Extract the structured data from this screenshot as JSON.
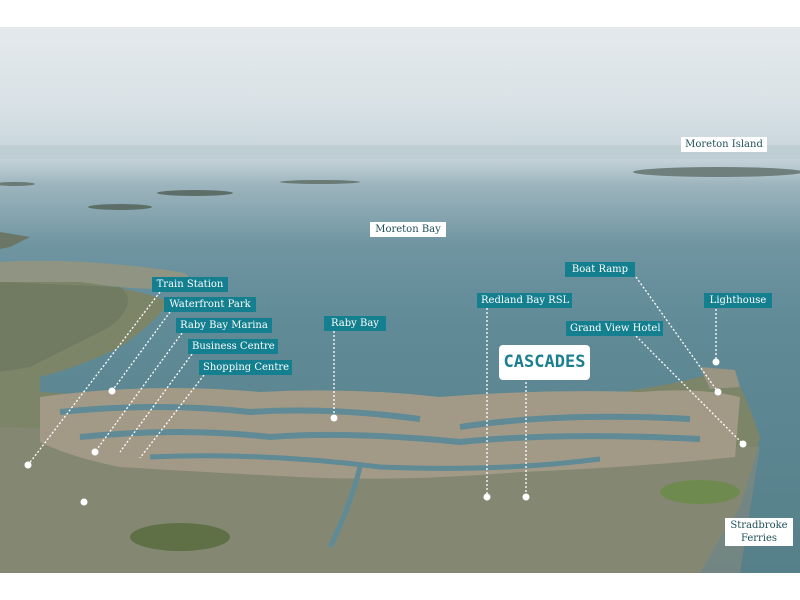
{
  "logo": {
    "text": "CASCADES"
  },
  "labels": {
    "moreton_island": "Moreton Island",
    "moreton_bay": "Moreton Bay",
    "train_station": "Train Station",
    "waterfront_park": "Waterfront Park",
    "raby_bay_marina": "Raby Bay Marina",
    "business_centre": "Business Centre",
    "shopping_centre": "Shopping Centre",
    "raby_bay": "Raby Bay",
    "redland_bay_rsl": "Redland Bay RSL",
    "boat_ramp": "Boat Ramp",
    "grand_view_hotel": "Grand View Hotel",
    "lighthouse": "Lighthouse",
    "stradbroke_ferries": "Stradbroke Ferries"
  },
  "colors": {
    "label_teal": "#147f8f",
    "label_text": "#ffffff",
    "logo_teal": "#1b7f90",
    "sea": "#5f8a96",
    "land": "#7d8569"
  }
}
